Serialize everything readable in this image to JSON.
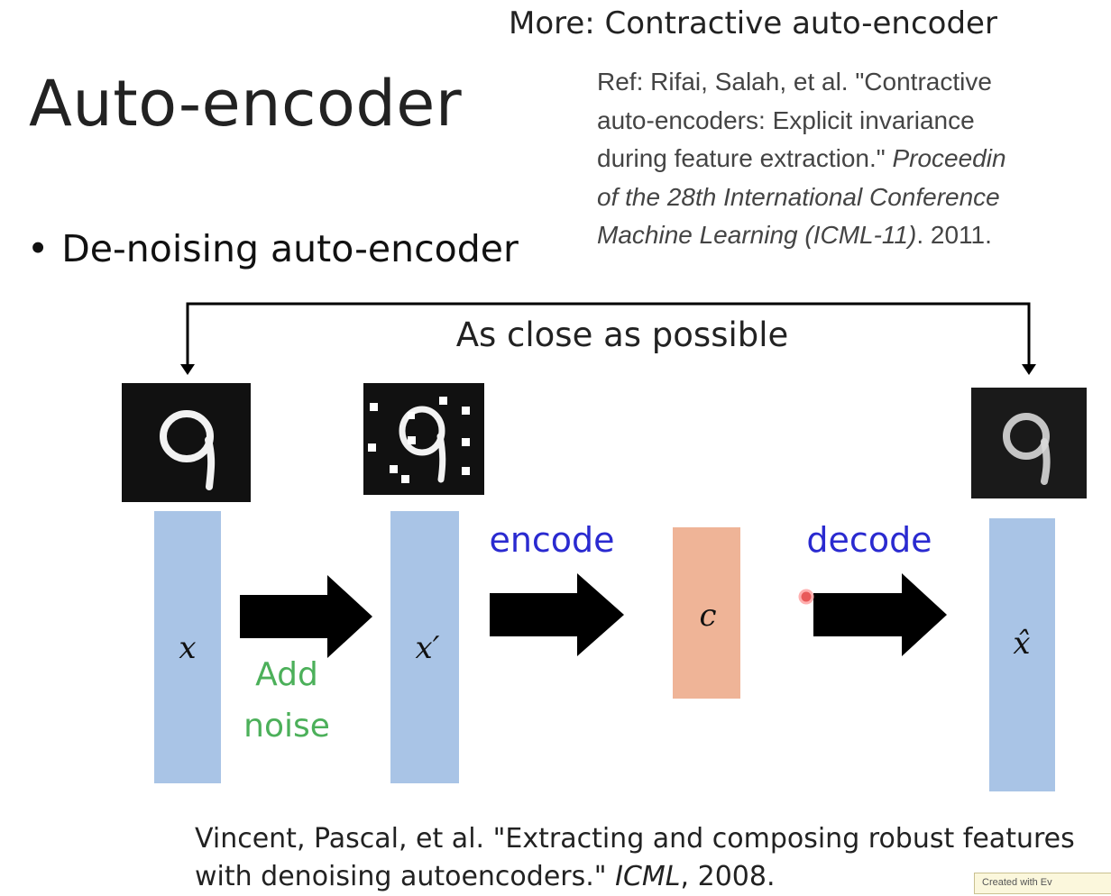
{
  "header": {
    "title": "Auto-encoder",
    "more_title": "More: Contractive auto-encoder",
    "ref_lines": [
      "Ref: Rifai, Salah, et al. \"Contractive",
      "auto-encoders: Explicit invariance",
      "during feature extraction.\" ",
      "of the 28th International Conference",
      "Machine Learning (ICML-11)",
      ". 2011."
    ],
    "ref_italic_1": "Proceedin"
  },
  "bullet": {
    "text": "De-noising auto-encoder"
  },
  "diagram": {
    "top_label": "As close as possible",
    "encode_label": "encode",
    "decode_label": "decode",
    "noise_label_1": "Add",
    "noise_label_2": "noise",
    "x_label": "x",
    "x_prime_label": "x′",
    "c_label": "c",
    "x_hat_label": "x̂",
    "colors": {
      "vector_blue": "#a9c4e6",
      "code_orange": "#efb497",
      "encode_blue": "#2a2ad0",
      "noise_green": "#4cb05a",
      "arrow": "#000000"
    }
  },
  "citation": {
    "line1": "Vincent, Pascal, et al. \"Extracting and composing robust features",
    "line2_prefix": "with denoising autoencoders.\" ",
    "line2_italic": "ICML",
    "line2_suffix": ", 2008."
  },
  "watermark": {
    "text": "Created with Ev"
  }
}
